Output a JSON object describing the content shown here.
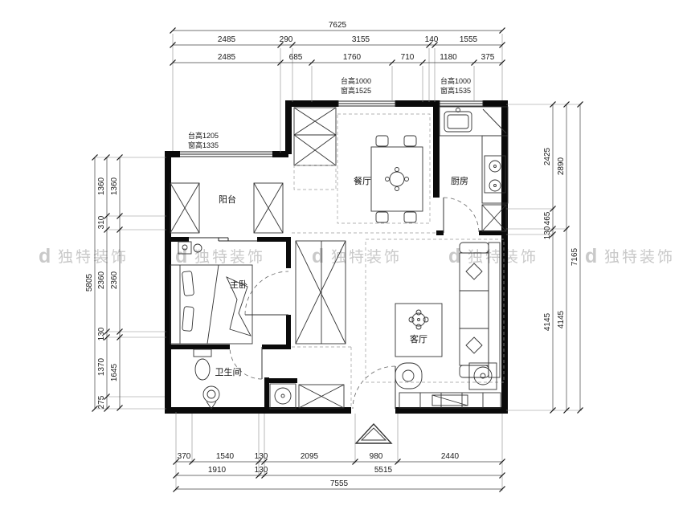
{
  "watermark": {
    "logo": "d",
    "text": "独特装饰",
    "color": "#c9c9c9"
  },
  "rooms": {
    "dining": "餐厅",
    "kitchen": "厨房",
    "balcony": "阳台",
    "master_bedroom": "主卧",
    "bathroom": "卫生间",
    "living": "客厅"
  },
  "window_notes": {
    "dining": {
      "line1": "台高1000",
      "line2": "窗高1525"
    },
    "kitchen": {
      "line1": "台高1000",
      "line2": "窗高1535"
    },
    "balcony": {
      "line1": "台高1205",
      "line2": "窗高1335"
    }
  },
  "dimensions": {
    "top": {
      "total": "7625",
      "row1": [
        "2485",
        "290",
        "3155",
        "140",
        "1555"
      ],
      "row2": [
        "2485",
        "685",
        "1760",
        "710",
        "1180",
        "375"
      ]
    },
    "left": {
      "total": "5805",
      "outer_chain": [
        "1360",
        "310",
        "2360",
        "130",
        "1370",
        "275"
      ],
      "inner_chain": [
        "1360",
        "2360",
        "1645"
      ]
    },
    "right": {
      "inner_chain": [
        "2425",
        "465",
        "130",
        "4145"
      ],
      "outer_chain": [
        "2890",
        "4145"
      ],
      "total": "7165"
    },
    "bottom": {
      "row1": [
        "370",
        "1540",
        "130",
        "2095",
        "980",
        "2440"
      ],
      "row2": [
        "1910",
        "130",
        "5515"
      ],
      "total": "7555"
    }
  }
}
